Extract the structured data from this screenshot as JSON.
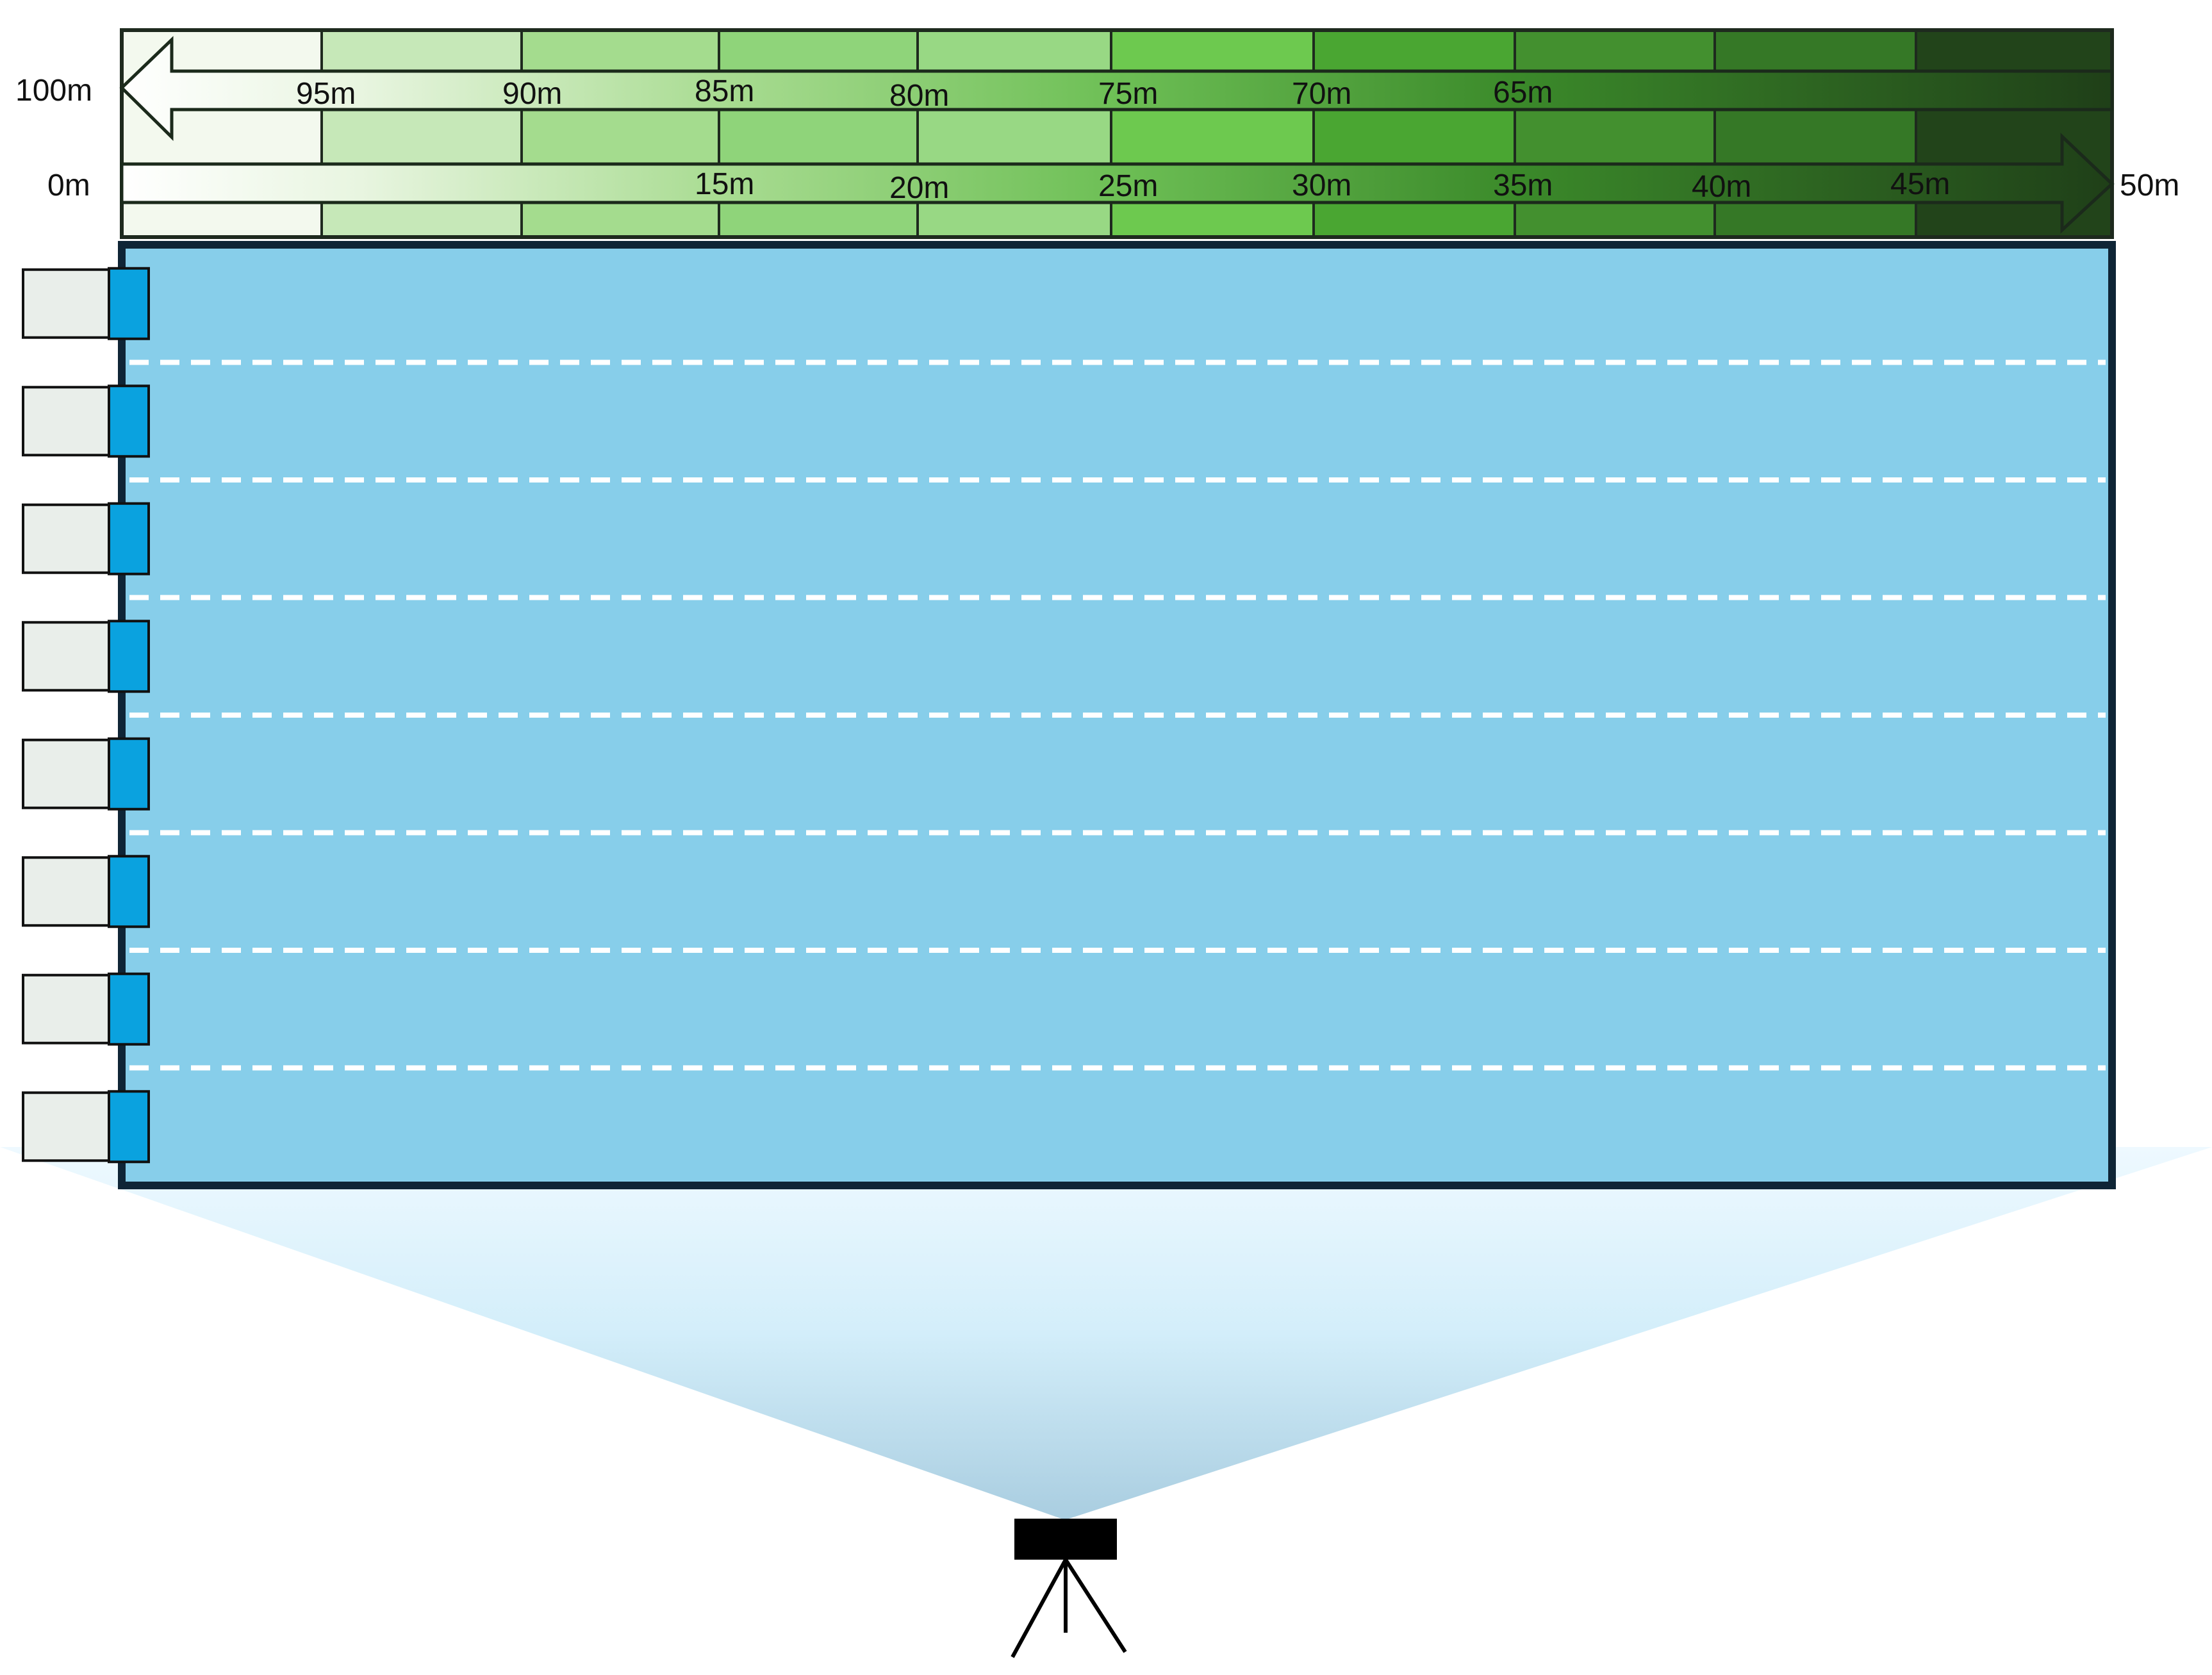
{
  "diagram": {
    "distance_labels": {
      "return_lap": [
        "100m",
        "95m",
        "90m",
        "85m",
        "80m",
        "75m",
        "70m",
        "65m"
      ],
      "outbound_lap": [
        "0m",
        "15m",
        "20m",
        "25m",
        "30m",
        "35m",
        "40m",
        "45m",
        "50m"
      ]
    },
    "lane_count": 8,
    "segment_colors": [
      "#f3f9ee",
      "#c6e8b8",
      "#a4dc8e",
      "#8fd47a",
      "#98d884",
      "#6dc94f",
      "#4aa632",
      "#43902f",
      "#357826",
      "#22441a"
    ],
    "colors": {
      "pool_water": "#87ceea",
      "pool_border": "#0f2536",
      "lane_line": "#ffffff",
      "block_fill": "#e9eeea",
      "touchpad": "#0aa2df",
      "camera": "#000000",
      "camera_fov": "#bfe6f8"
    },
    "icons": {
      "camera": "camera-icon",
      "tripod": "tripod-icon",
      "return_arrow": "arrow-left-icon",
      "outbound_arrow": "arrow-right-icon"
    }
  }
}
